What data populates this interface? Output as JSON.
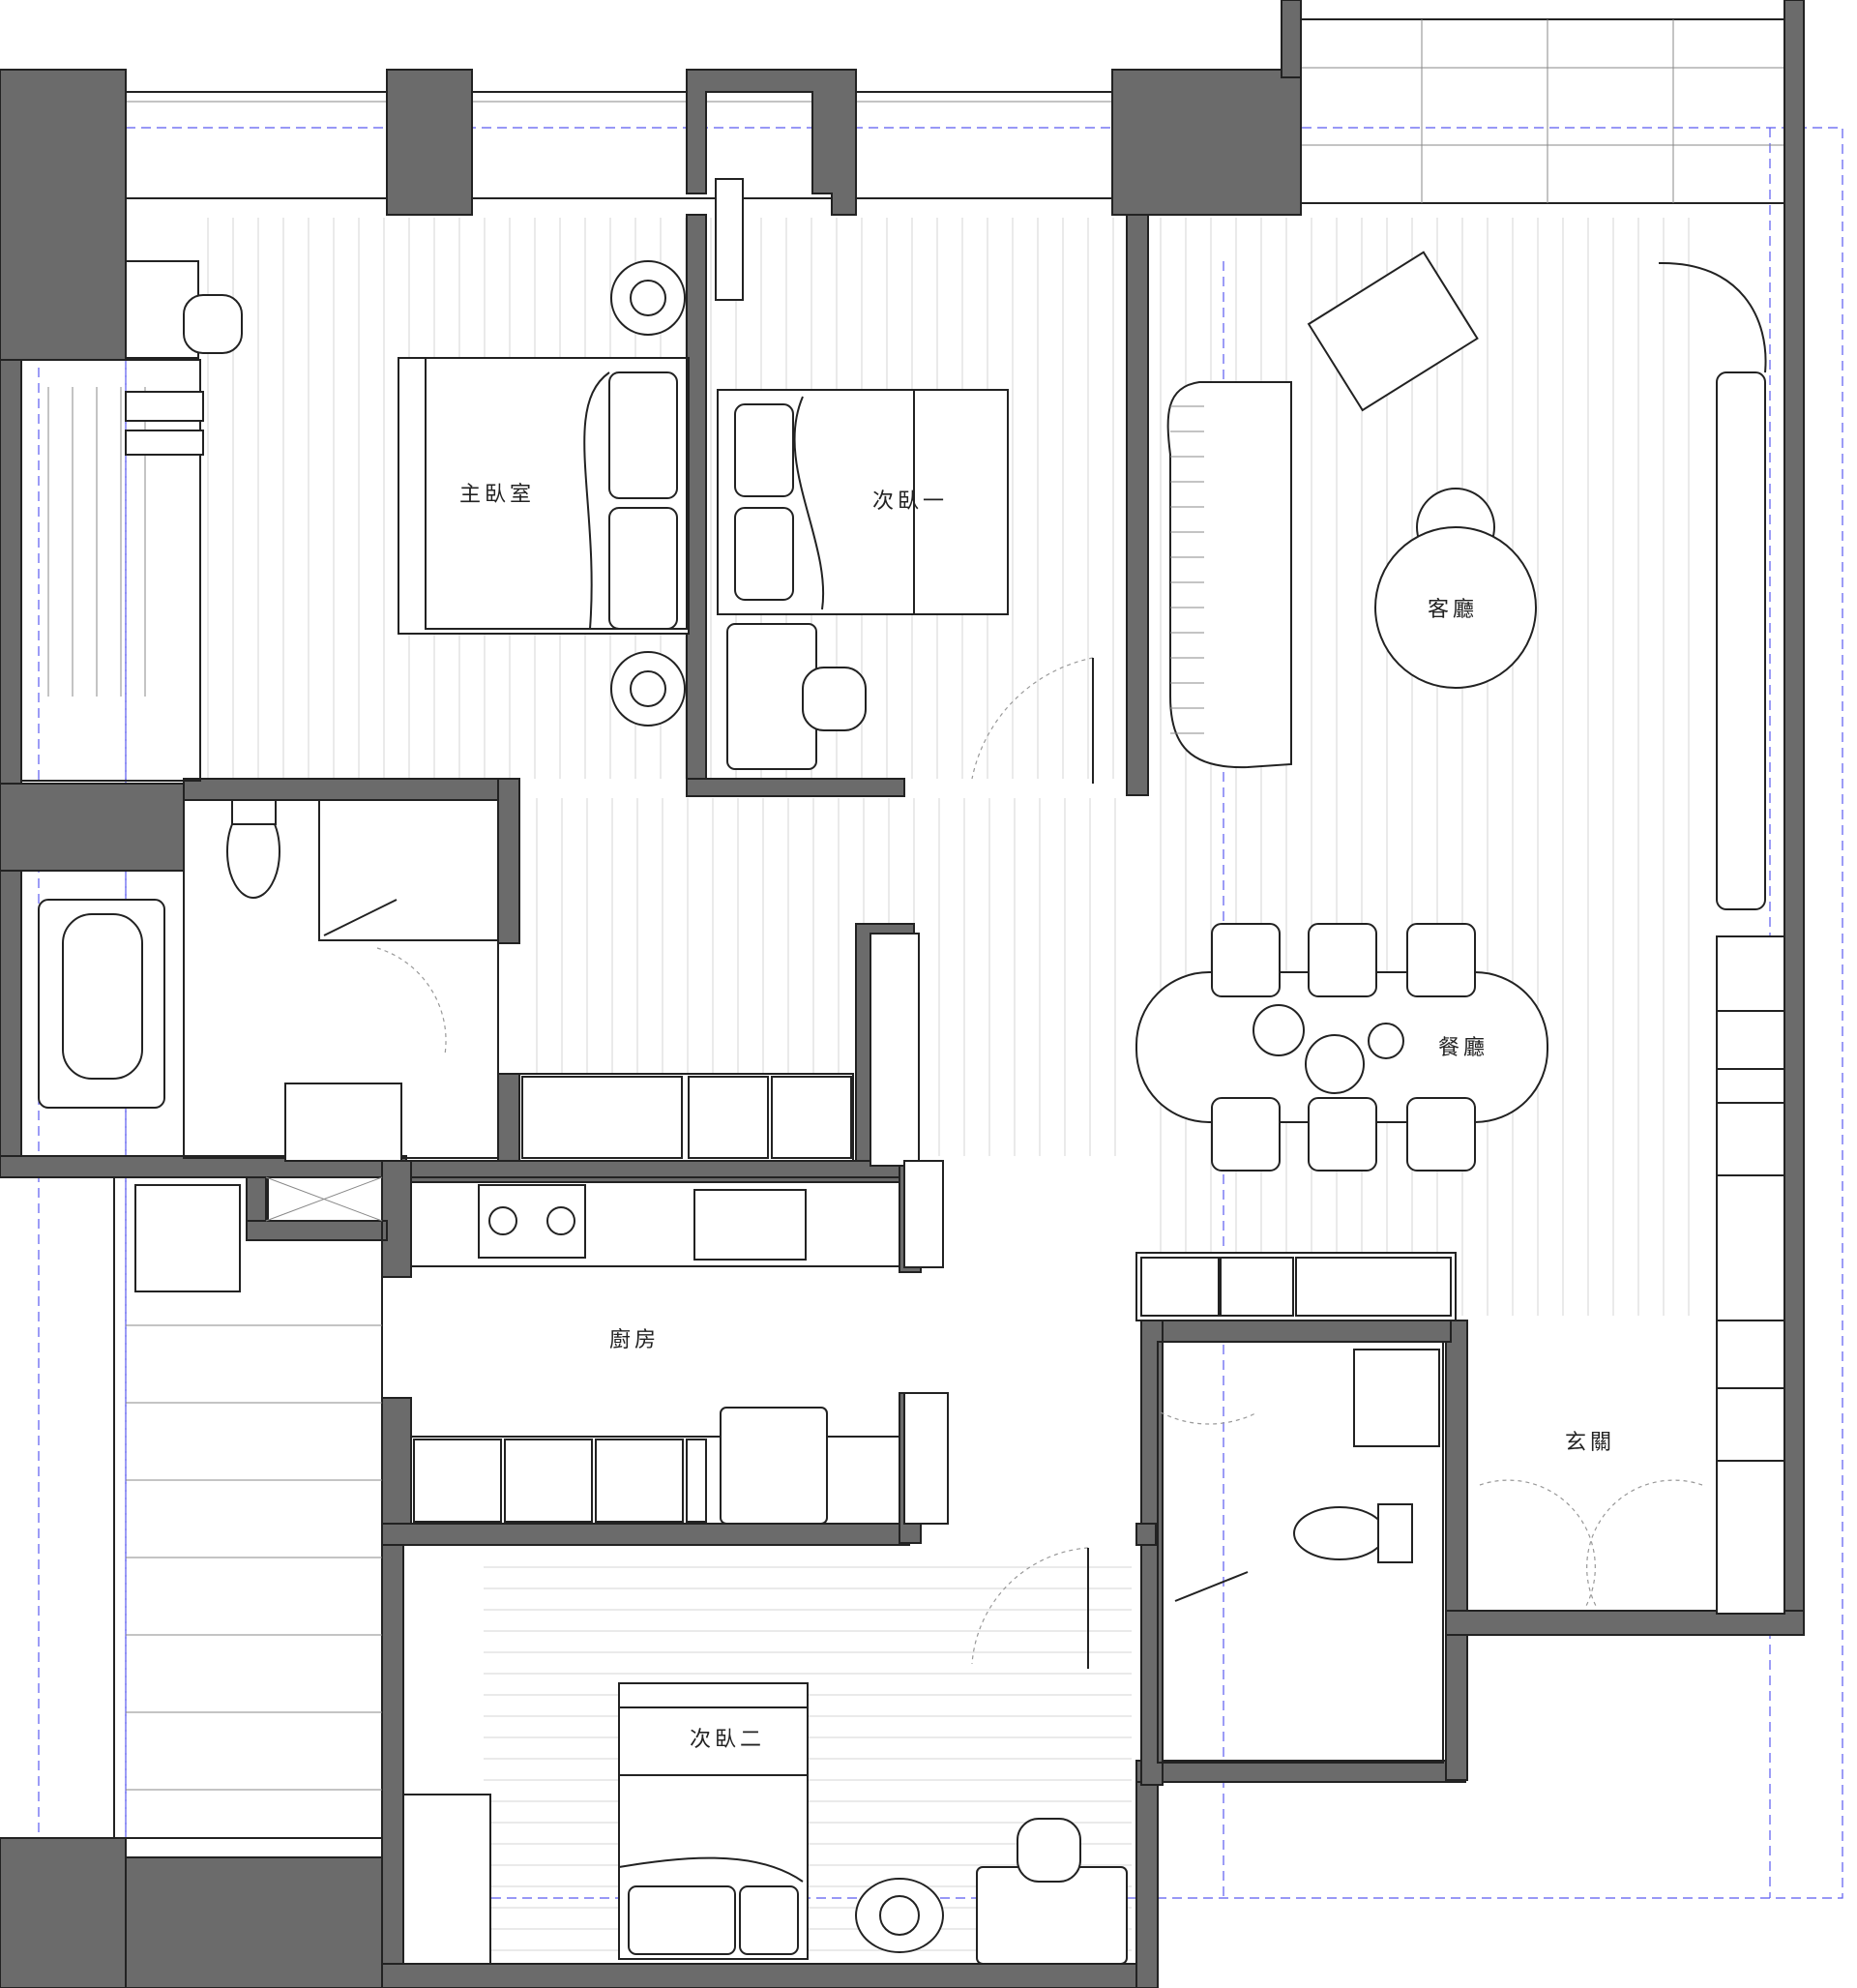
{
  "rooms": {
    "master_bedroom": "主臥室",
    "bedroom_one": "次臥一",
    "living_room": "客廳",
    "dining_room": "餐廳",
    "kitchen": "廚房",
    "entrance": "玄關",
    "bedroom_two": "次臥二"
  },
  "colors": {
    "wall": "#6b6b6b",
    "outline": "#222222",
    "grid_dash": "#5a5af0",
    "floor_lines": "#d4d4d4"
  }
}
